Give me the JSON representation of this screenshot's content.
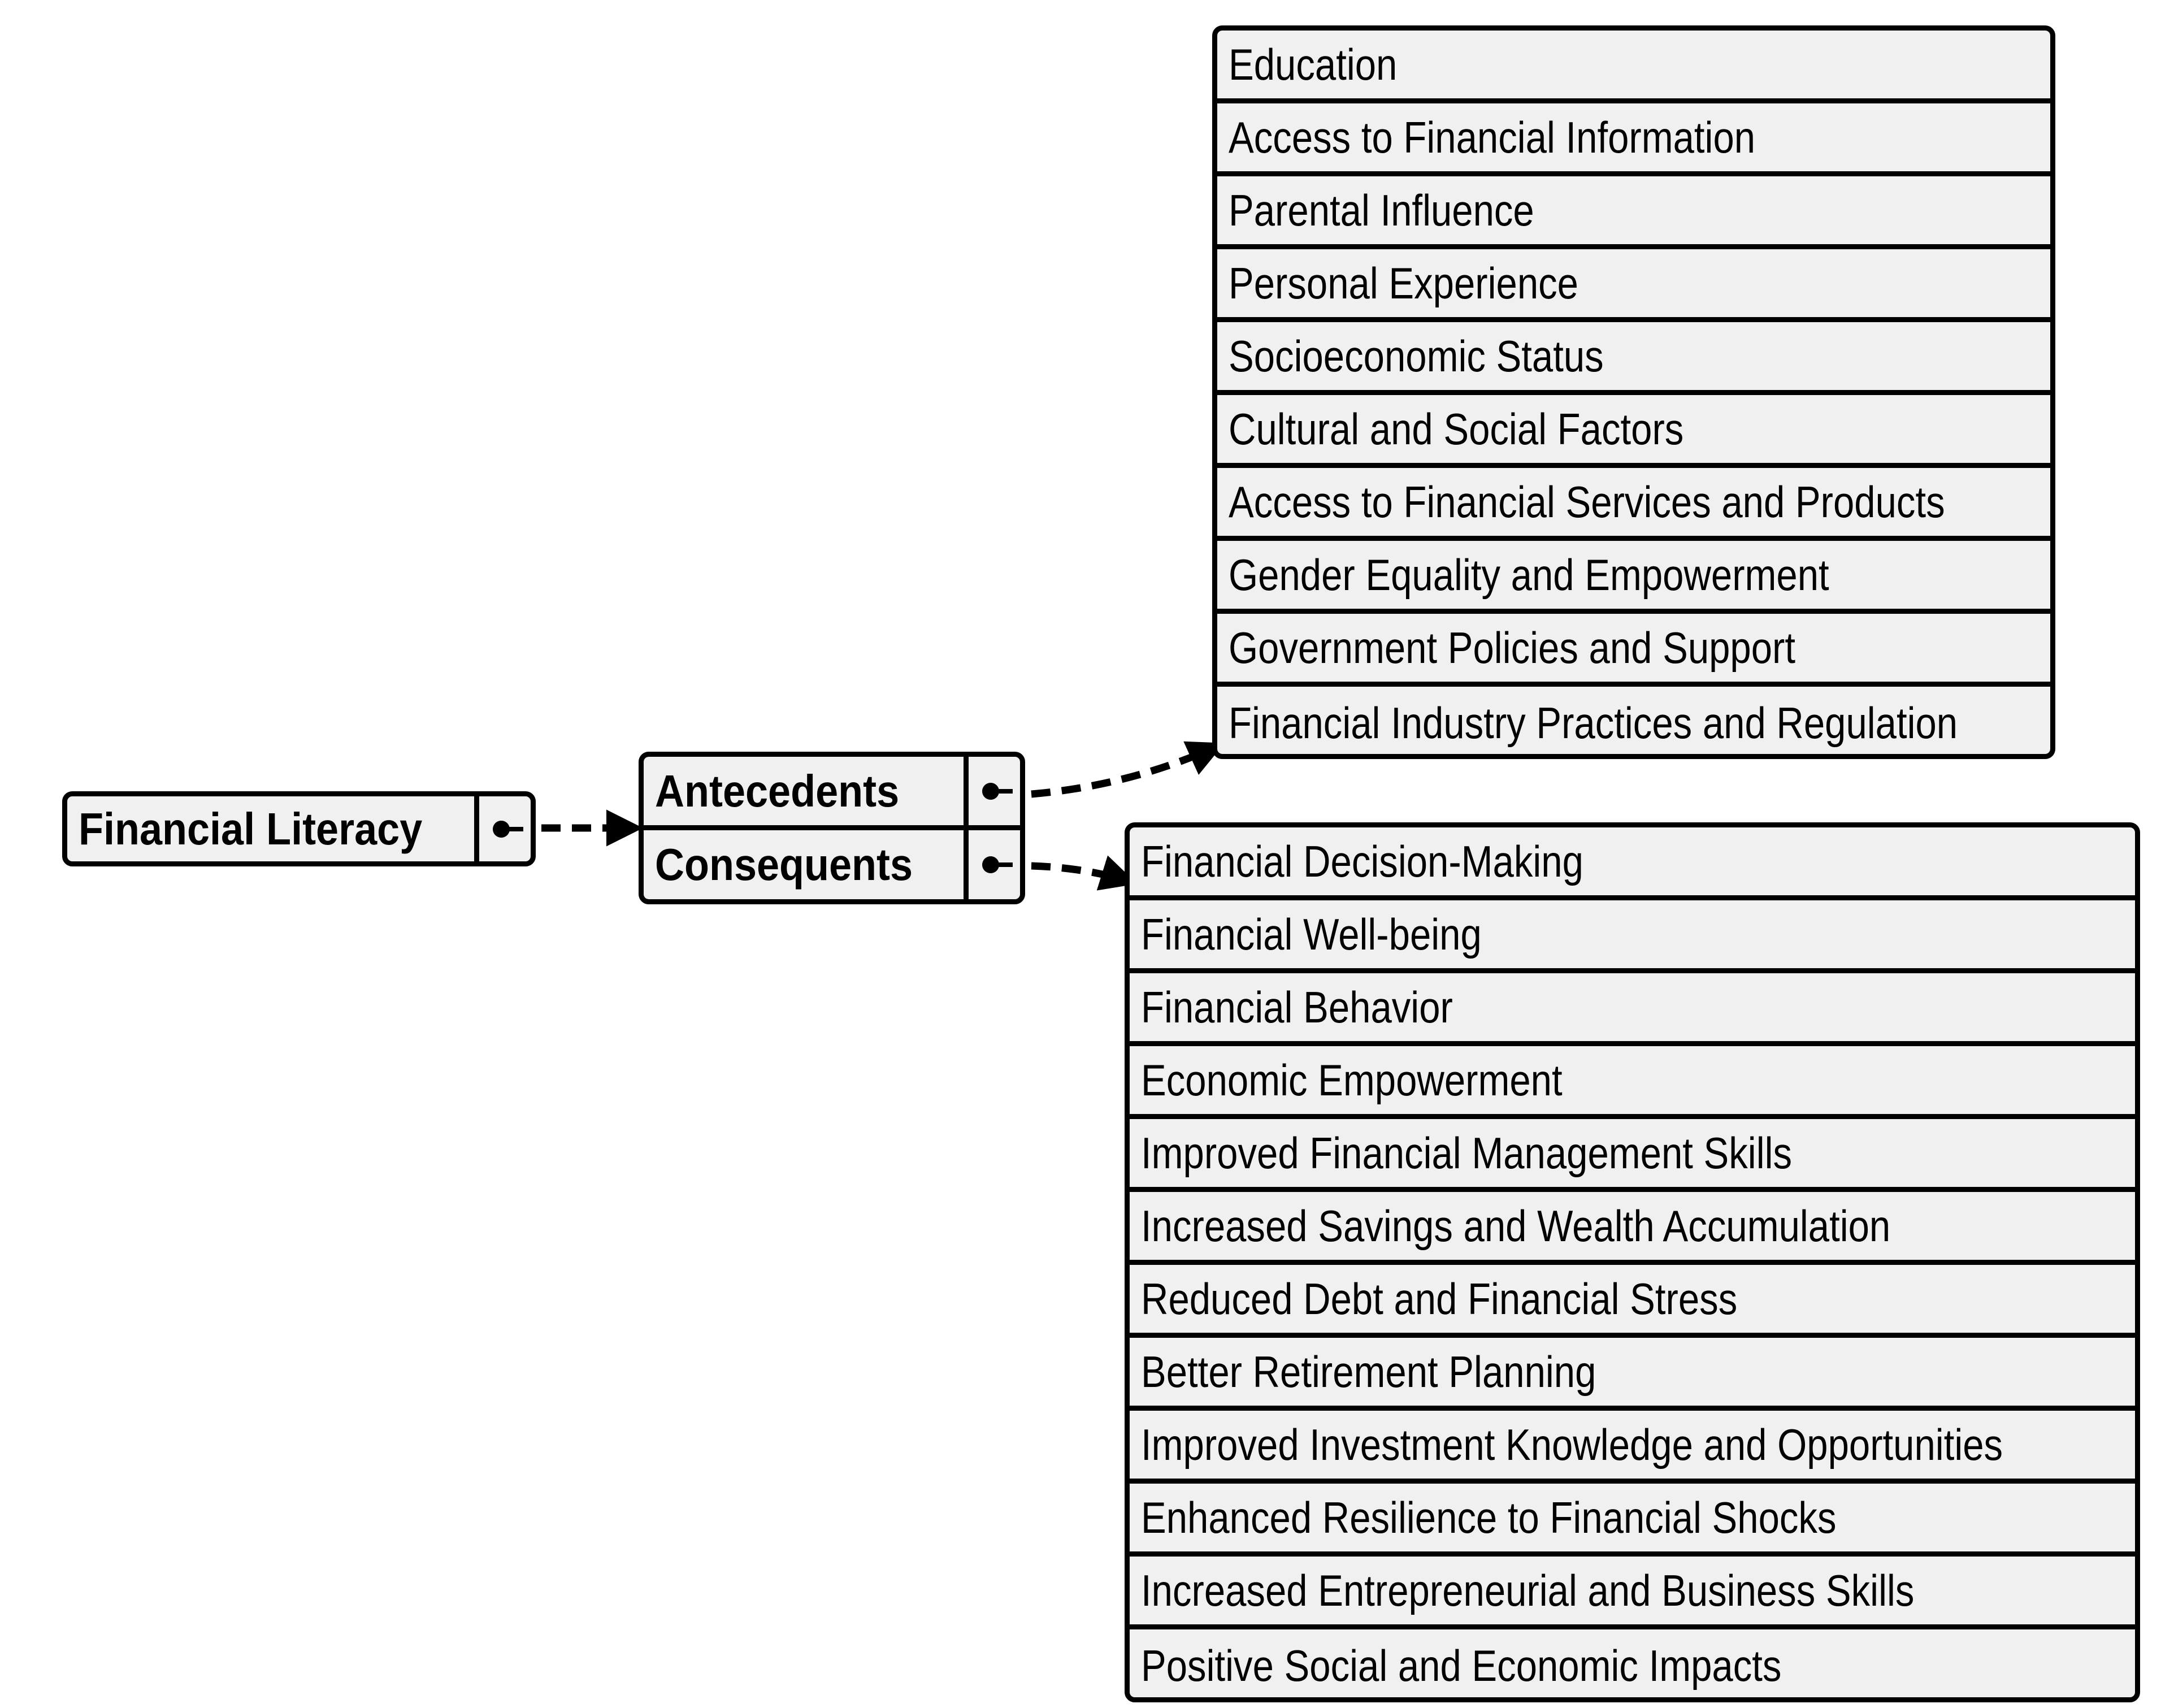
{
  "root": {
    "label": "Financial Literacy"
  },
  "branches": [
    {
      "label": "Antecedents"
    },
    {
      "label": "Consequents"
    }
  ],
  "antecedents": [
    "Education",
    "Access to Financial Information",
    "Parental Influence",
    "Personal Experience",
    "Socioeconomic Status",
    "Cultural and Social Factors",
    "Access to Financial Services and Products",
    "Gender Equality and Empowerment",
    "Government Policies and Support",
    "Financial Industry Practices and Regulation"
  ],
  "consequents": [
    "Financial Decision-Making",
    "Financial Well-being",
    "Financial Behavior",
    "Economic Empowerment",
    "Improved Financial Management Skills",
    "Increased Savings and Wealth Accumulation",
    "Reduced Debt and Financial Stress",
    "Better Retirement Planning",
    "Improved Investment Knowledge and Opportunities",
    "Enhanced Resilience to Financial Shocks",
    "Increased Entrepreneurial and Business Skills",
    "Positive Social and Economic Impacts"
  ],
  "colors": {
    "fill": "#f0f0f0",
    "stroke": "#000000",
    "background": "#ffffff"
  }
}
